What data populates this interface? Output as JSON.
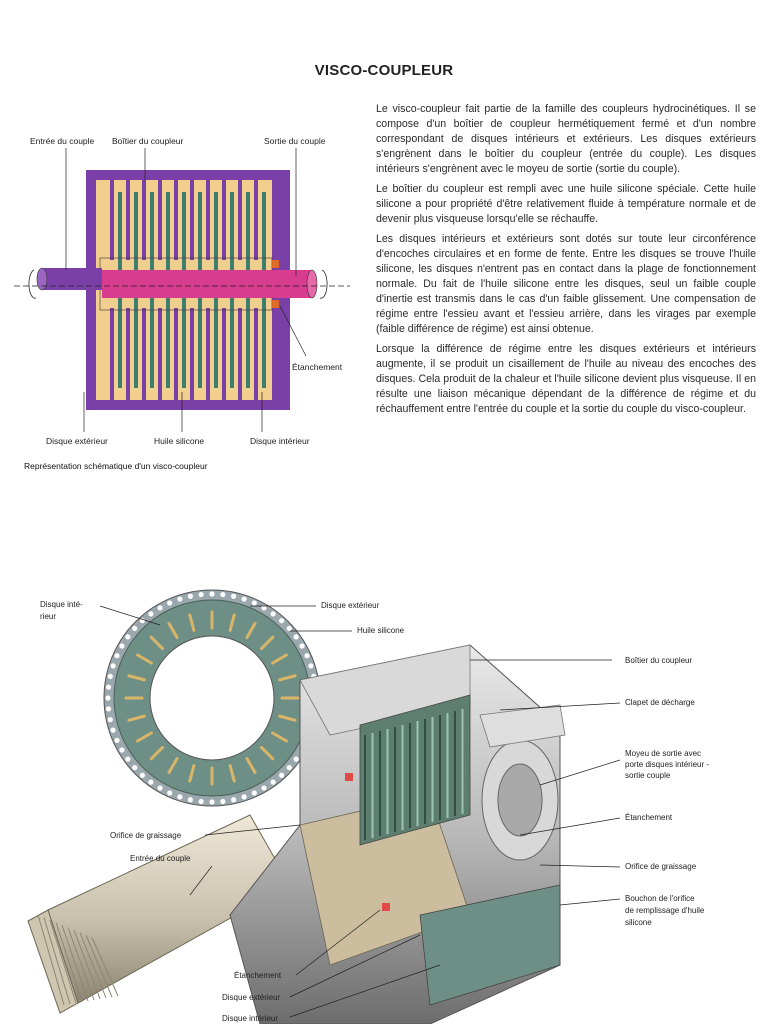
{
  "title": "VISCO-COUPLEUR",
  "diagram1": {
    "labels": {
      "input": "Entrée du couple",
      "housing": "Boîtier du coupleur",
      "output": "Sortie du couple",
      "seal": "Étanchement",
      "outer_disc": "Disque extérieur",
      "silicone": "Huile silicone",
      "inner_disc": "Disque intérieur"
    },
    "caption": "Représentation schématique d'un visco-coupleur",
    "colors": {
      "housing": "#7b3fa8",
      "fill": "#f2cf8e",
      "shaft": "#d83c8e",
      "disc": "#3d7d6e"
    }
  },
  "paragraphs": [
    "Le visco-coupleur fait partie de la famille des coupleurs hydrocinétiques. Il se compose d'un boîtier de coupleur hermétiquement fermé et d'un nombre correspondant de disques intérieurs et extérieurs. Les disques extérieurs s'engrènent dans le boîtier du coupleur (entrée du couple). Les disques intérieurs s'engrènent avec le moyeu de sortie (sortie du couple).",
    "Le boîtier du coupleur est rempli avec une huile silicone spéciale. Cette huile silicone a pour propriété d'être relativement fluide à température normale et de devenir plus visqueuse lorsqu'elle se réchauffe.",
    "Les disques intérieurs et extérieurs sont dotés sur toute leur circonférence d'encoches circulaires et en forme de fente. Entre les disques se trouve l'huile silicone, les disques n'entrent pas en contact dans la plage de fonctionnement normale. Du fait de l'huile silicone entre les disques, seul un faible couple d'inertie est transmis dans le cas d'un faible glissement. Une compensation de régime entre l'essieu avant et l'essieu arrière, dans les virages par exemple (faible différence de régime) est ainsi obtenue.",
    "Lorsque la différence de régime entre les disques extérieurs et intérieurs augmente, il se produit un cisaillement de l'huile au niveau des encoches des disques. Cela produit de la chaleur et l'huile silicone devient plus visqueuse. Il en résulte une liaison mécanique dépendant de la différence de régime et du réchauffement entre l'entrée du couple et la sortie du couple du visco-coupleur."
  ],
  "diagram2": {
    "labels": {
      "inner_disc_l1": "Disque inté-",
      "inner_disc_l2": "rieur",
      "outer_disc": "Disque extérieur",
      "silicone": "Huile silicone",
      "housing": "Boîtier du coupleur",
      "relief_valve": "Clapet de décharge",
      "hub_l1": "Moyeu de sortie avec",
      "hub_l2": "porte disques intérieur -",
      "hub_l3": "sortie couple",
      "seal_right": "Étanchement",
      "lube_right": "Orifice de graissage",
      "plug_l1": "Bouchon de l'orifice",
      "plug_l2": "de remplissage d'huile",
      "plug_l3": "silicone",
      "lube_left": "Orifice de graissage",
      "input": "Entrée du couple",
      "seal_bottom": "Étanchement",
      "outer_disc_bottom": "Disque extérieur",
      "inner_disc_bottom": "Disque intérieur"
    }
  }
}
